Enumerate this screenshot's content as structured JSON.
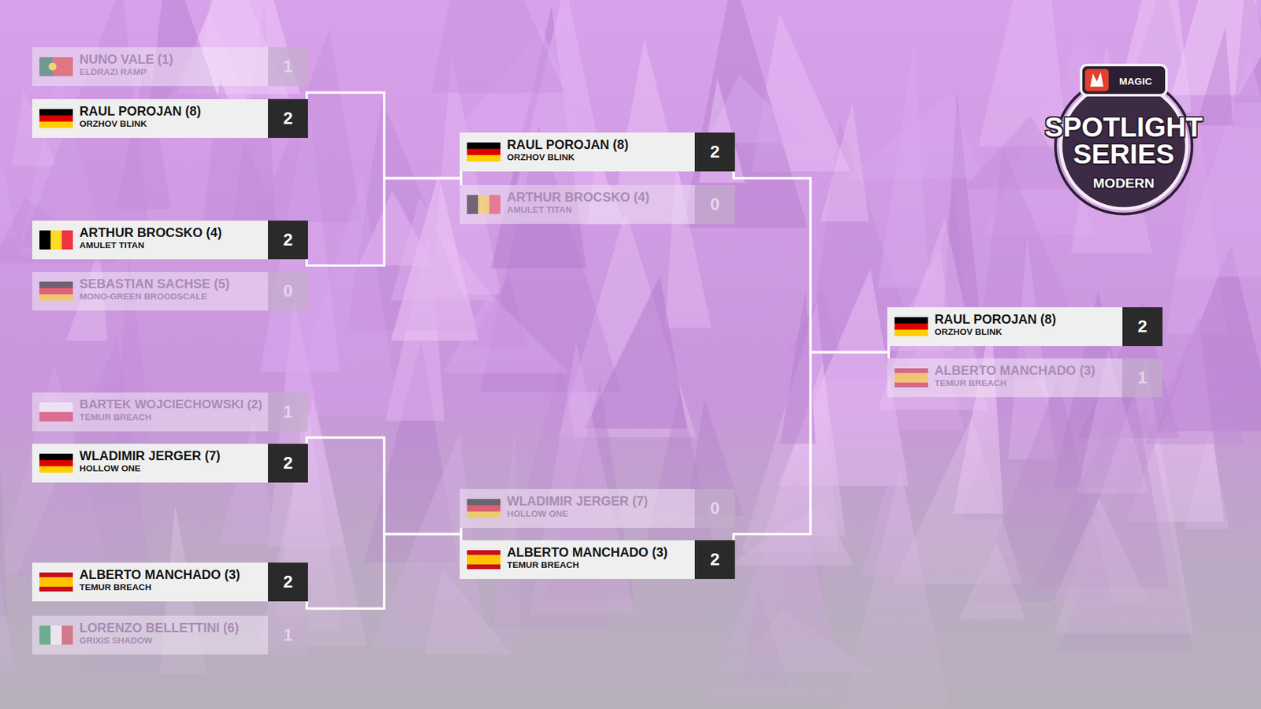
{
  "diagram": {
    "nodes": [
      {
        "text": [
          "NUNO VALE (1)",
          "ELDRAZI RAMP",
          "1"
        ]
      },
      {
        "text": [
          "RAUL POROJAN (8)",
          "ORZHOV BLINK",
          "2"
        ]
      },
      {
        "text": [
          "ARTHUR BROCSKO (4)",
          "AMULET TITAN",
          "2"
        ]
      },
      {
        "text": [
          "SEBASTIAN SACHSE (5)",
          "MONO-GREEN BROODSCALE",
          "0"
        ]
      },
      {
        "text": [
          "BARTEK WOJCIECHOWSKI (2)",
          "TEMUR BREACH",
          "1"
        ]
      },
      {
        "text": [
          "WLADIMIR JERGER (7)",
          "HOLLOW ONE",
          "2"
        ]
      },
      {
        "text": [
          "ALBERTO MANCHADO (3)",
          "TEMUR BREACH",
          "2"
        ]
      },
      {
        "text": [
          "LORENZO BELLETTINI (6)",
          "GRIXIS SHADOW",
          "1"
        ]
      },
      {
        "text": [
          "RAUL POROJAN (8)",
          "ORZHOV BLINK",
          "2"
        ]
      },
      {
        "text": [
          "ARTHUR BROCSKO (4)",
          "AMULET TITAN",
          "0"
        ]
      },
      {
        "text": [
          "WLADIMIR JERGER (7)",
          "HOLLOW ONE",
          "0"
        ]
      },
      {
        "text": [
          "ALBERTO MANCHADO (3)",
          "TEMUR BREACH",
          "2"
        ]
      },
      {
        "text": [
          "RAUL POROJAN (8)",
          "ORZHOV BLINK",
          "2"
        ]
      },
      {
        "text": [
          "ALBERTO MANCHADO (3)",
          "TEMUR BREACH",
          "1"
        ]
      }
    ],
    "edges": [
      {
        "from": 1,
        "to": 8,
        "arrow": "none"
      },
      {
        "from": 2,
        "to": 9,
        "arrow": "none"
      },
      {
        "from": 5,
        "to": 10,
        "arrow": "none"
      },
      {
        "from": 6,
        "to": 11,
        "arrow": "none"
      },
      {
        "from": 8,
        "to": 12,
        "arrow": "none"
      },
      {
        "from": 11,
        "to": 13,
        "arrow": "none"
      }
    ],
    "labels": [
      "MAGIC",
      "SPOTLIGHT",
      "SERIES",
      "MODERN"
    ]
  }
}
